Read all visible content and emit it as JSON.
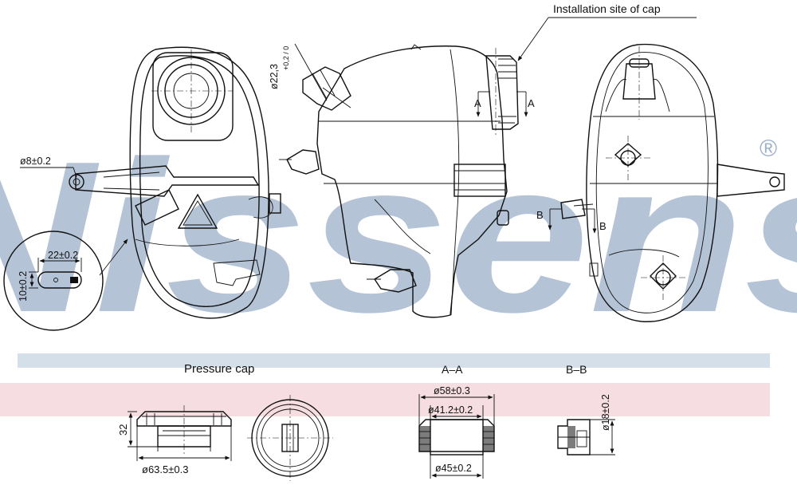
{
  "watermark": {
    "text": "Nissens",
    "registered_mark": "®",
    "color": "#9bb0c8"
  },
  "callouts": {
    "installation_site": "Installation site of cap",
    "diameter_22_3": "ø22,3",
    "diameter_22_3_tol": "+0,2 / 0",
    "diameter_8": "ø8±0.2",
    "dim_22": "22±0.2",
    "dim_10": "10±0.2",
    "section_a": "A",
    "section_b": "B"
  },
  "bands": {
    "blue_color": "#d5dfe9",
    "pink_color": "#f3d7dc"
  },
  "details": {
    "pressure_cap": {
      "title": "Pressure cap",
      "height": "32",
      "diameter": "ø63.5±0.3"
    },
    "section_aa": {
      "title": "A–A",
      "outer_diameter": "ø58±0.3",
      "inner_diameter": "ø41.2±0.2",
      "base_diameter": "ø45±0.2"
    },
    "section_bb": {
      "title": "B–B",
      "diameter": "ø18±0.2"
    }
  }
}
